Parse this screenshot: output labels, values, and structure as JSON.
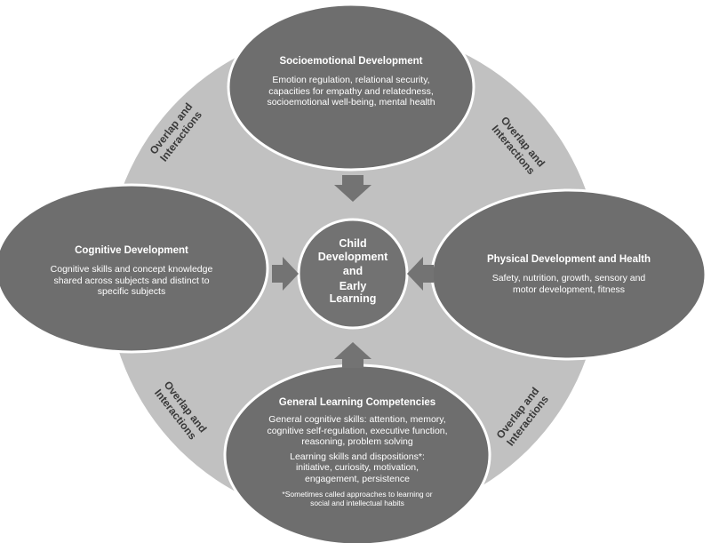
{
  "colors": {
    "outer_circle": "#c1c1c1",
    "ellipse": "#6e6e6e",
    "center_circle": "#727272",
    "ellipse_stroke": "#ffffff",
    "arrow": "#737373",
    "overlap_text": "#3a3a3a"
  },
  "center": {
    "line1": "Child",
    "line2": "Development",
    "line3": "and",
    "line4": "Early",
    "line5": "Learning"
  },
  "top": {
    "title": "Socioemotional Development",
    "body": "Emotion regulation, relational security, capacities for empathy and relatedness, socioemotional well-being, mental health"
  },
  "left": {
    "title": "Cognitive Development",
    "body": "Cognitive skills and concept knowledge shared across subjects and distinct to specific subjects"
  },
  "right": {
    "title": "Physical Development and Health",
    "body": "Safety, nutrition, growth, sensory and motor development, fitness"
  },
  "bottom": {
    "title": "General Learning Competencies",
    "body1": "General cognitive skills: attention, memory, cognitive self-regulation, executive function, reasoning, problem solving",
    "body2": "Learning skills and dispositions*: initiative, curiosity, motivation, engagement, persistence",
    "note": "*Sometimes called approaches to learning or social and intellectual habits"
  },
  "overlap": {
    "line1": "Overlap and",
    "line2": "Interactions"
  }
}
